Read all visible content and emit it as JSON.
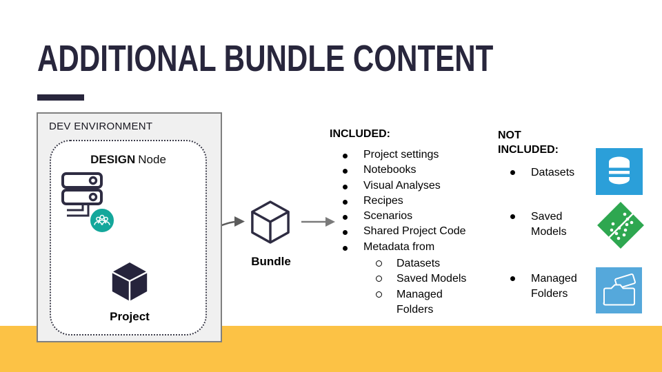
{
  "slide": {
    "title": "ADDITIONAL BUNDLE CONTENT"
  },
  "colors": {
    "title": "#28263C",
    "accent_yellow": "#FCC245",
    "dark_icon": "#2E2C42",
    "teal_badge": "#14A79B",
    "datasets_blue": "#2B9FD9",
    "models_green": "#2EA750",
    "folders_blue": "#55A8DB",
    "arrow_gray": "#606060"
  },
  "dev_environment": {
    "label": "DEV ENVIRONMENT",
    "node_label_bold": "DESIGN",
    "node_label_rest": "Node",
    "project_label": "Project"
  },
  "bundle": {
    "label": "Bundle"
  },
  "included": {
    "header": "INCLUDED:",
    "items": [
      "Project settings",
      "Notebooks",
      "Visual Analyses",
      "Recipes",
      "Scenarios",
      "Shared Project Code",
      "Metadata from"
    ],
    "subitems": [
      "Datasets",
      "Saved Models",
      "Managed Folders"
    ]
  },
  "not_included": {
    "header_line1": "NOT",
    "header_line2": "INCLUDED:",
    "items": [
      {
        "label": "Datasets",
        "icon": "datasets-icon"
      },
      {
        "label": "Saved Models",
        "icon": "saved-models-icon"
      },
      {
        "label": "Managed Folders",
        "icon": "managed-folders-icon"
      }
    ]
  }
}
